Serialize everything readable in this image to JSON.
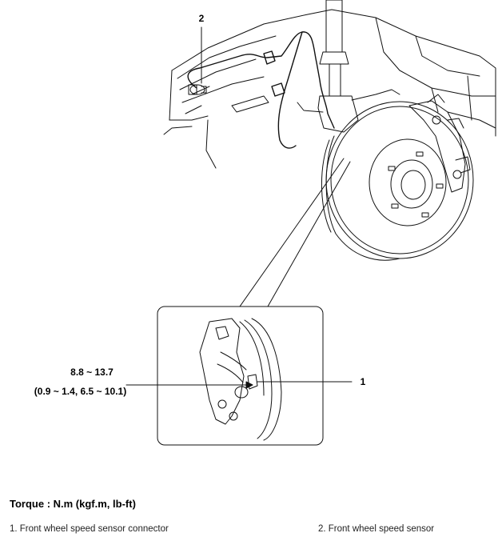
{
  "callouts": {
    "connector_number": "1",
    "sensor_number": "2"
  },
  "torque_spec": {
    "nm_range": "8.8 ~ 13.7",
    "other_units": "(0.9 ~ 1.4, 6.5 ~ 10.1)"
  },
  "torque_heading": "Torque : N.m (kgf.m, lb-ft)",
  "legend": [
    {
      "text": "1. Front wheel speed sensor connector"
    },
    {
      "text": "2. Front wheel speed sensor"
    }
  ]
}
